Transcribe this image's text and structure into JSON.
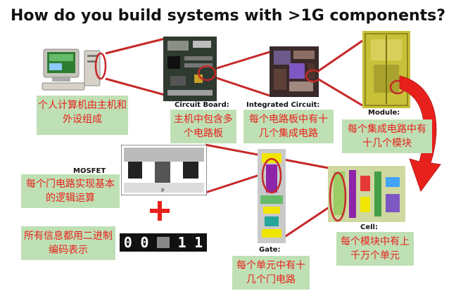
{
  "title": "How do you build systems with >1G components?",
  "labels": {
    "circuit_board": "Circuit Board:",
    "integrated_circuit": "Integrated Circuit:",
    "module": "Module:",
    "mosfet": "MOSFET",
    "cell": "Cell:",
    "gate": "Gate:"
  },
  "boxes": {
    "pc": "个人计算机由主机和外设组成",
    "board": "主机中包含多个电路板",
    "ic": "每个电路板中有十几个集成电路",
    "module": "每个集成电路中有十几个模块",
    "gate_logic": "每个门电路实现基本的逻辑运算",
    "binary": "所有信息都用二进制编码表示",
    "cell": "每个模块中有上千万个单元",
    "gate": "每个单元中有十几个门电路"
  },
  "binary_digits": [
    "0",
    "0",
    "1",
    "1"
  ],
  "colors": {
    "accent_red": "#e8211c",
    "box_fill": "#bfe0b4",
    "connector": "#c62828"
  }
}
